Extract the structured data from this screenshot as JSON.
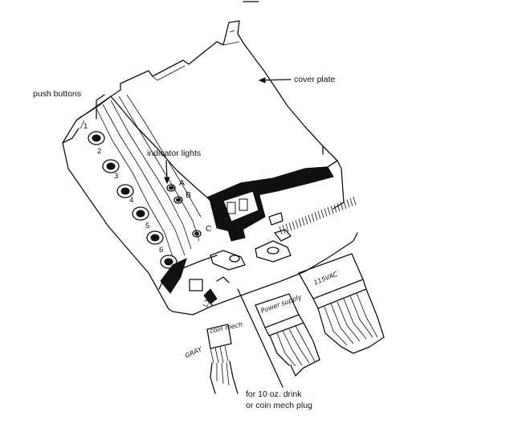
{
  "labels": {
    "push_buttons": "push buttons",
    "cover_plate": "cover plate",
    "indicator_lights": "indicator lights",
    "light_a": "A",
    "light_b": "B",
    "light_c": "C",
    "plug_note_line1": "for 10 oz. drink",
    "plug_note_line2": "or coin mech plug"
  },
  "button_numbers": [
    "1",
    "2",
    "3",
    "4",
    "5",
    "6"
  ],
  "handwritten": {
    "gray": "GRAY",
    "coin_mech": "coin mech",
    "power_supply": "Power supply",
    "vac": "115VAC",
    "l31": "L31"
  }
}
